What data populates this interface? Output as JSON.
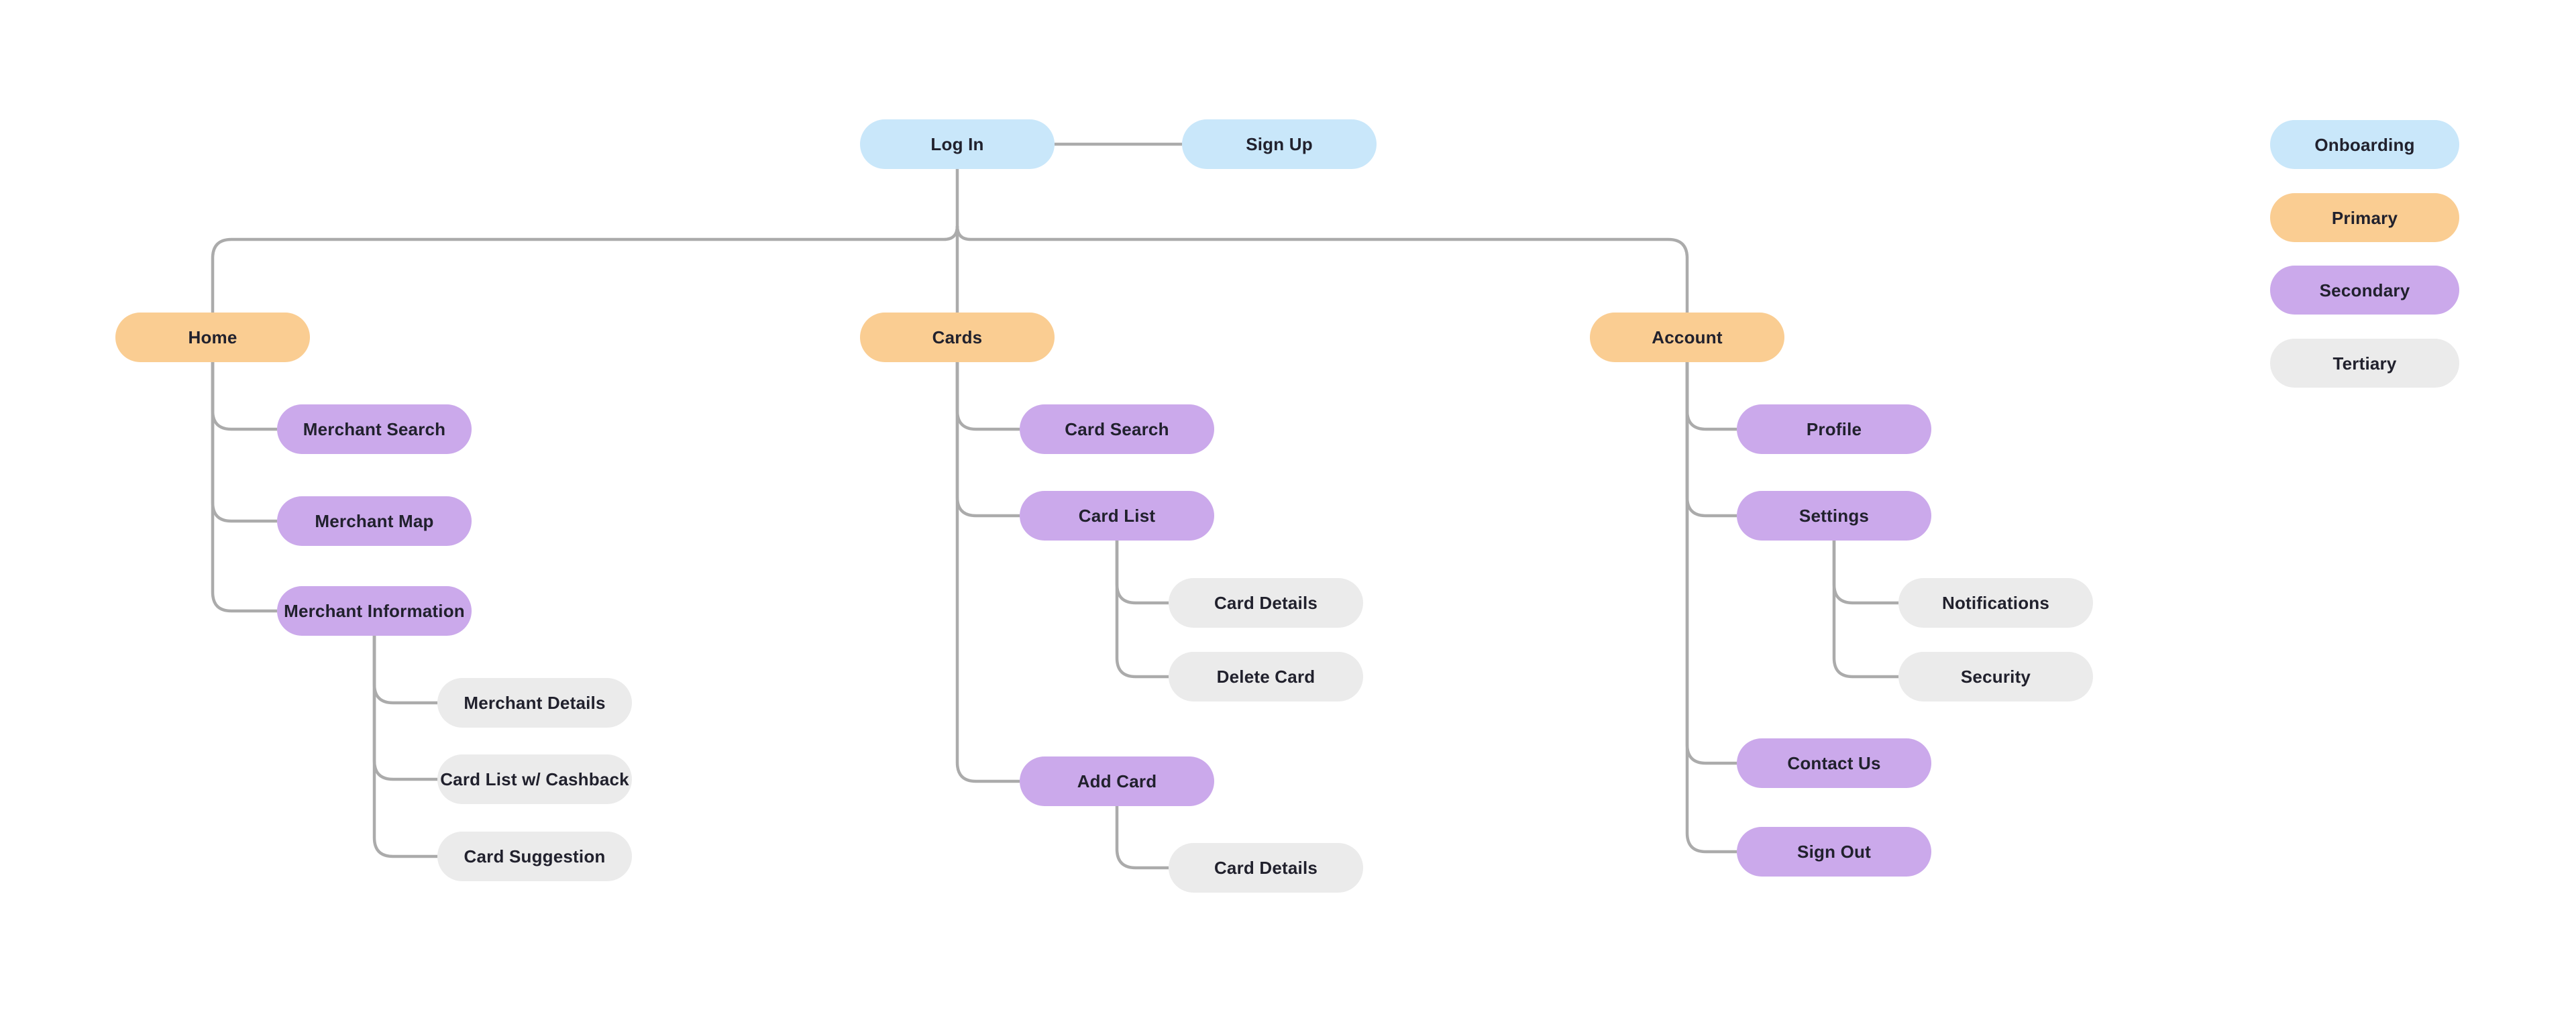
{
  "colors": {
    "onboarding": "#C9E7FA",
    "primary": "#FACD92",
    "secondary": "#CBA9EB",
    "tertiary": "#EBEBEB",
    "connector": "#ABABAB",
    "text": "#21212D",
    "background": "#FFFFFF"
  },
  "nodes": {
    "login": "Log In",
    "signup": "Sign Up",
    "home": "Home",
    "merchant_search": "Merchant Search",
    "merchant_map": "Merchant Map",
    "merchant_information": "Merchant Information",
    "merchant_details": "Merchant Details",
    "card_list_cashback": "Card List w/ Cashback",
    "card_suggestion": "Card Suggestion",
    "cards": "Cards",
    "card_search": "Card Search",
    "card_list": "Card List",
    "card_details_list": "Card Details",
    "delete_card": "Delete Card",
    "add_card": "Add Card",
    "card_details_add": "Card Details",
    "account": "Account",
    "profile": "Profile",
    "settings": "Settings",
    "notifications": "Notifications",
    "security": "Security",
    "contact_us": "Contact Us",
    "sign_out": "Sign Out"
  },
  "legend": {
    "onboarding": "Onboarding",
    "primary": "Primary",
    "secondary": "Secondary",
    "tertiary": "Tertiary"
  }
}
